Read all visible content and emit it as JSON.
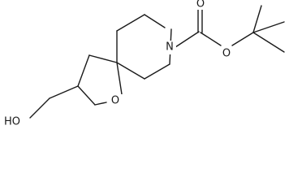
{
  "molecule": {
    "atom_labels": {
      "nitrogen": "N",
      "carbonyl_oxygen": "O",
      "ester_oxygen": "O",
      "ring_oxygen": "O",
      "hydroxyl": "HO"
    }
  }
}
